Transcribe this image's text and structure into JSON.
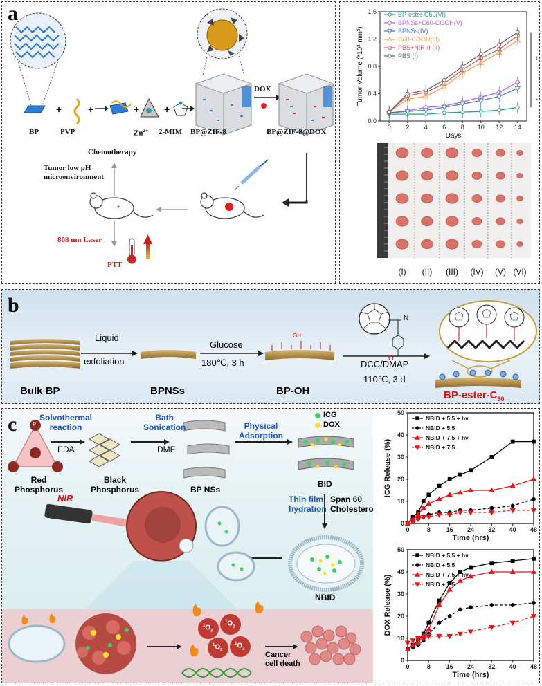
{
  "panels": {
    "a": {
      "letter": "a",
      "labels": {
        "bp": "BP",
        "pvp": "PVP",
        "zn": "Zn",
        "zn_sup": "2+",
        "mim": "2-MIM",
        "bpzif": "BP@ZIF-8",
        "dox": "DOX",
        "bpzifdox": "BP@ZIF-8@DOX",
        "chemo": "Chemotherapy",
        "tumor_ph_1": "Tumor low pH",
        "tumor_ph_2": "microenvironment",
        "laser": "808 nm Laser",
        "ptt": "PTT"
      }
    },
    "b": {
      "letter": "b",
      "labels": {
        "liquid": "Liquid",
        "exfoliation": "exfoliation",
        "glucose": "Glucose",
        "cond1": "180℃, 3 h",
        "dcc": "DCC/DMAP",
        "cond2": "110℃, 3 d",
        "bulk": "Bulk BP",
        "bpnss": "BPNSs",
        "bpoh": "BP-OH",
        "ester": "BP-ester-C",
        "ester_sub": "60",
        "oh": "OH",
        "o": "O",
        "n": "N"
      }
    },
    "c": {
      "letter": "c",
      "labels": {
        "solvo_1": "Solvothermal",
        "solvo_2": "reaction",
        "eda": "EDA",
        "bath_1": "Bath",
        "bath_2": "Sonication",
        "dmf": "DMF",
        "phys_1": "Physical",
        "phys_2": "Adsorption",
        "icg": "ICG",
        "dox": "DOX",
        "red_1": "Red",
        "red_2": "Phosphorus",
        "black_1": "Black",
        "black_2": "Phosphorus",
        "bpns": "BP NSs",
        "bid": "BID",
        "thin_1": "Thin film",
        "thin_2": "hydration",
        "span_1": "Span 60",
        "span_2": "Cholesterol",
        "nir": "NIR",
        "nbid": "NBID",
        "p": "P",
        "o2": "O",
        "o2_sup": "1",
        "o2_sub": "2",
        "cancer_1": "Cancer",
        "cancer_2": "cell death"
      }
    }
  },
  "photo_labels": [
    "(I)",
    "(II)",
    "(III)",
    "(IV)",
    "(V)",
    "(VI)"
  ],
  "chart_data": [
    {
      "type": "line",
      "x": [
        0,
        2,
        4,
        6,
        8,
        10,
        12,
        14
      ],
      "xlabel": "Days",
      "ylabel": "Tumor Volume (*10³ mm³)",
      "xlim": [
        -1,
        15
      ],
      "ylim": [
        0,
        1.6
      ],
      "xticks": [
        0,
        2,
        4,
        6,
        8,
        10,
        12,
        14
      ],
      "yticks": [
        0.0,
        0.4,
        0.8,
        1.2,
        1.6
      ],
      "ytick_labels": [
        "0.0",
        "0.4",
        "0.8",
        "1.2",
        "1.6"
      ],
      "legend": "top-left",
      "significance": [
        "**",
        "*"
      ],
      "series": [
        {
          "name": "BP-ester-C60(VI)",
          "color": "#1aa88a",
          "marker": "circle",
          "values": [
            0.1,
            0.1,
            0.1,
            0.12,
            0.13,
            0.14,
            0.16,
            0.2
          ]
        },
        {
          "name": "BPNSs+C60-COOH(V)",
          "color": "#b565c9",
          "marker": "diamond",
          "values": [
            0.12,
            0.15,
            0.2,
            0.22,
            0.28,
            0.35,
            0.42,
            0.57
          ]
        },
        {
          "name": "BPNSs(IV)",
          "color": "#4a7fc0",
          "marker": "triangle-down",
          "values": [
            0.12,
            0.14,
            0.16,
            0.2,
            0.25,
            0.3,
            0.36,
            0.48
          ]
        },
        {
          "name": "C60-COOH(III)",
          "color": "#e8a45a",
          "marker": "triangle-up",
          "values": [
            0.13,
            0.32,
            0.36,
            0.5,
            0.7,
            0.85,
            1.0,
            1.18
          ]
        },
        {
          "name": "PBS+NIR-II (II)",
          "color": "#d85a5a",
          "marker": "square",
          "values": [
            0.13,
            0.37,
            0.42,
            0.55,
            0.75,
            0.92,
            1.05,
            1.25
          ]
        },
        {
          "name": "PBS (I)",
          "color": "#666666",
          "marker": "circle",
          "values": [
            0.13,
            0.4,
            0.45,
            0.6,
            0.8,
            0.98,
            1.12,
            1.3
          ]
        }
      ]
    },
    {
      "type": "line",
      "x": [
        0,
        2,
        4,
        6,
        8,
        12,
        16,
        20,
        24,
        32,
        40,
        48
      ],
      "xlabel": "Time (hrs)",
      "ylabel": "ICG Release (%)",
      "xlim": [
        0,
        48
      ],
      "ylim": [
        0,
        50
      ],
      "xticks": [
        0,
        8,
        16,
        24,
        32,
        40,
        48
      ],
      "yticks": [
        0,
        10,
        20,
        30,
        40,
        50
      ],
      "legend": "top-left",
      "series": [
        {
          "name": "NBID + 5.5 + hν",
          "color": "#000000",
          "dashed": false,
          "marker": "square",
          "values": [
            0,
            3,
            5,
            10,
            13,
            17,
            20,
            22,
            24,
            30,
            37,
            37
          ]
        },
        {
          "name": "NBID + 5.5",
          "color": "#000000",
          "dashed": true,
          "marker": "circle",
          "values": [
            0,
            1,
            2,
            3,
            4,
            5,
            5,
            6,
            6,
            7,
            8,
            11
          ]
        },
        {
          "name": "NBID + 7.5 + hν",
          "color": "#e8141a",
          "dashed": false,
          "marker": "triangle-up",
          "values": [
            0,
            2,
            4,
            7,
            9,
            11,
            13,
            14,
            15,
            15,
            17,
            20
          ]
        },
        {
          "name": "NBID + 7.5",
          "color": "#e8141a",
          "dashed": true,
          "marker": "triangle-down",
          "values": [
            0,
            1,
            2,
            3,
            3,
            4,
            4,
            5,
            5,
            5,
            6,
            6
          ]
        }
      ]
    },
    {
      "type": "line",
      "x": [
        0,
        2,
        4,
        6,
        8,
        12,
        16,
        20,
        24,
        32,
        40,
        48
      ],
      "xlabel": "Time (hrs)",
      "ylabel": "DOX Release (%)",
      "xlim": [
        0,
        48
      ],
      "ylim": [
        0,
        50
      ],
      "xticks": [
        0,
        8,
        16,
        24,
        32,
        40,
        48
      ],
      "yticks": [
        0,
        10,
        20,
        30,
        40,
        50
      ],
      "legend": "top-left",
      "series": [
        {
          "name": "NBID + 5.5 + hν",
          "color": "#000000",
          "dashed": false,
          "marker": "square",
          "values": [
            5,
            7,
            9,
            12,
            17,
            27,
            35,
            40,
            42,
            44,
            45,
            46
          ]
        },
        {
          "name": "NBID + 5.5",
          "color": "#000000",
          "dashed": true,
          "marker": "circle",
          "values": [
            5,
            6,
            7,
            9,
            12,
            17,
            20,
            23,
            24,
            25,
            25,
            26
          ]
        },
        {
          "name": "NBID + 7.5 + hν",
          "color": "#e8141a",
          "dashed": false,
          "marker": "triangle-up",
          "values": [
            5,
            7,
            8,
            11,
            14,
            25,
            32,
            36,
            38,
            40,
            40,
            40
          ]
        },
        {
          "name": "NBID + 7.5",
          "color": "#e8141a",
          "dashed": true,
          "marker": "triangle-down",
          "values": [
            8,
            9,
            10,
            10,
            11,
            11,
            11,
            12,
            13,
            15,
            17,
            20
          ]
        }
      ]
    }
  ]
}
